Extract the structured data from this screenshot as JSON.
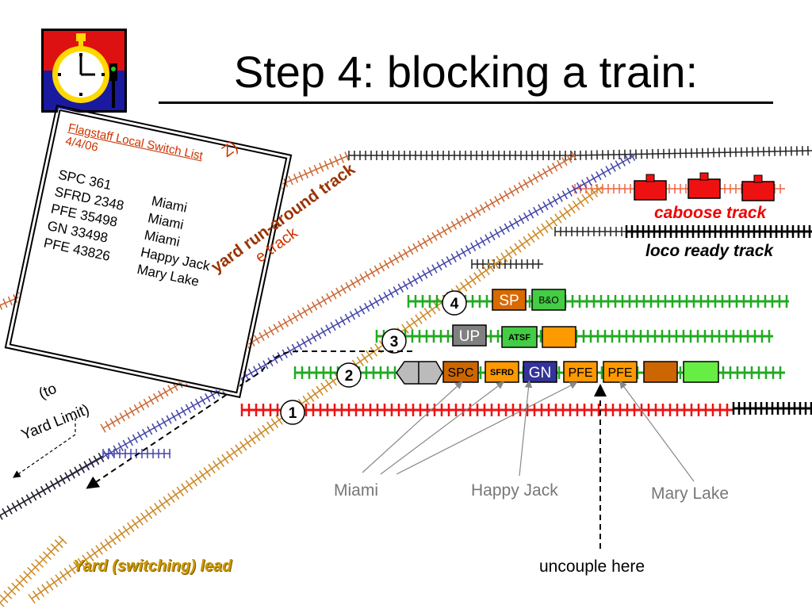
{
  "title": "Step 4:  blocking a train:",
  "switch_list": {
    "heading": "Flagstaff Local Switch List",
    "date": "4/4/06",
    "rows": [
      {
        "car": "SPC 361",
        "dest": "Miami"
      },
      {
        "car": "SFRD 2348",
        "dest": "Miami"
      },
      {
        "car": "PFE 35498",
        "dest": "Miami"
      },
      {
        "car": "GN 33498",
        "dest": "Happy Jack"
      },
      {
        "car": "PFE 43826",
        "dest": "Mary Lake"
      }
    ]
  },
  "track_labels": {
    "caboose": "caboose track",
    "loco": "loco ready track",
    "runaround": "yard run-around track",
    "lead": "Yard (switching) lead",
    "yard_limit_line1": "(to",
    "yard_limit_line2": "Yard Limit)",
    "partial_top1": "Z)",
    "partial_top2": "e track"
  },
  "track_numbers": [
    "1",
    "2",
    "3",
    "4"
  ],
  "cars": {
    "track4": [
      {
        "label": "SP",
        "fill": "#d96a00"
      },
      {
        "label": "B&O",
        "fill": "#44cc44"
      }
    ],
    "track3": [
      {
        "label": "UP",
        "fill": "#808080"
      },
      {
        "label": "ATSF",
        "fill": "#44cc44"
      },
      {
        "label": "",
        "fill": "#ff9900"
      }
    ],
    "track2": [
      {
        "label": "SPC",
        "fill": "#cc6600"
      },
      {
        "label": "SFRD",
        "fill": "#ff9900"
      },
      {
        "label": "GN",
        "fill": "#333399"
      },
      {
        "label": "PFE",
        "fill": "#ff9900"
      },
      {
        "label": "PFE",
        "fill": "#ff9900"
      },
      {
        "label": "",
        "fill": "#cc6600"
      },
      {
        "label": "",
        "fill": "#66ee44"
      }
    ]
  },
  "destinations": {
    "miami": "Miami",
    "happy_jack": "Happy Jack",
    "mary_lake": "Mary Lake"
  },
  "uncouple": "uncouple here",
  "colors": {
    "track_red": "#ee1111",
    "track_green": "#22aa22",
    "track_blue": "#4444aa",
    "track_orange": "#cc6633",
    "track_gold": "#cc8822",
    "caboose": "#ee1111",
    "label_red": "#ee0000",
    "label_brown": "#993300",
    "label_gold": "#cc9900",
    "gray_text": "#777777"
  }
}
